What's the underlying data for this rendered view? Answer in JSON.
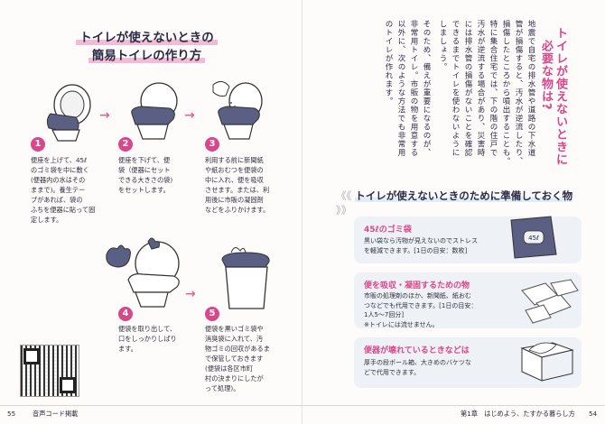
{
  "left": {
    "title_line1": "トイレが使えないときの",
    "title_line2": "簡易トイレの作り方",
    "steps": [
      {
        "num": "1",
        "text": [
          "便座を上げて、45ℓ",
          "のゴミ袋を中に敷く",
          "(便器内の水はその",
          "ままで)。養生テー",
          "プがあれば、袋の",
          "ふちを便器に貼って固",
          "定します。"
        ]
      },
      {
        "num": "2",
        "text": [
          "便座を下げて、便",
          "袋（便器にセット",
          "できる大きさの袋)",
          "をセットします。"
        ]
      },
      {
        "num": "3",
        "text": [
          "利用する前に新聞紙",
          "や紙おむつを便袋の",
          "中に入れ、便を吸収",
          "させます。または、利",
          "用後に市販の凝固剤",
          "などをふりかけます。"
        ]
      },
      {
        "num": "4",
        "text": [
          "便袋を取り出して、",
          "口をしっかりしばり",
          "ます。"
        ]
      },
      {
        "num": "5",
        "text": [
          "便袋を黒いゴミ袋や",
          "消臭袋に入れて、汚",
          "物ゴミの回収があるま",
          "で保管しておきます",
          "(便袋は各区市町",
          "村の決まりにしたが",
          "って処理)。"
        ]
      }
    ],
    "footer_page": "55",
    "footer_label": "音声コード掲載"
  },
  "right": {
    "heading": [
      "トイレが使えないときに",
      "必要な物は?"
    ],
    "body": [
      "地震で自宅の排水管や道路の下水道",
      "管が損傷すると、汚水が逆流したり、",
      "損傷したところから噴出することも。",
      "特に集合住宅では、下の階の住戸で",
      "汚水が逆流する場合があり、災害時",
      "には排水管の損傷がないことを確認",
      "できるまでトイレを使わないように",
      "しましょう。",
      "そのため、備えが重要になるのが、",
      "非常用トイレ。市販の物を用意する",
      "以外に、次のような方法でも非常用",
      "のトイレが作れます。"
    ],
    "section_title": "トイレが使えないときのために準備しておく物",
    "bracket_left": "《《",
    "bracket_right": "》》",
    "items": [
      {
        "head": "45ℓのゴミ袋",
        "text": [
          "黒い袋なら汚物が見えないのでストレス",
          "を軽減できます。[1日の目安：数枚]"
        ],
        "label": "45ℓ"
      },
      {
        "head": "便を吸収・凝固するための物",
        "text": [
          "市販の処理剤のほか、新聞紙、紙おむ",
          "つなどでも代用できます。[1日の目安：",
          "1人5〜7回分]",
          "※トイレには流せません。"
        ]
      },
      {
        "head": "便器が壊れているときなどは",
        "text": [
          "厚手の段ボール箱、大きめのバケツな",
          "どで代用できます。"
        ]
      }
    ],
    "footer_chapter": "第1章　はじめよう、たすかる暮らし方",
    "footer_page": "54"
  }
}
